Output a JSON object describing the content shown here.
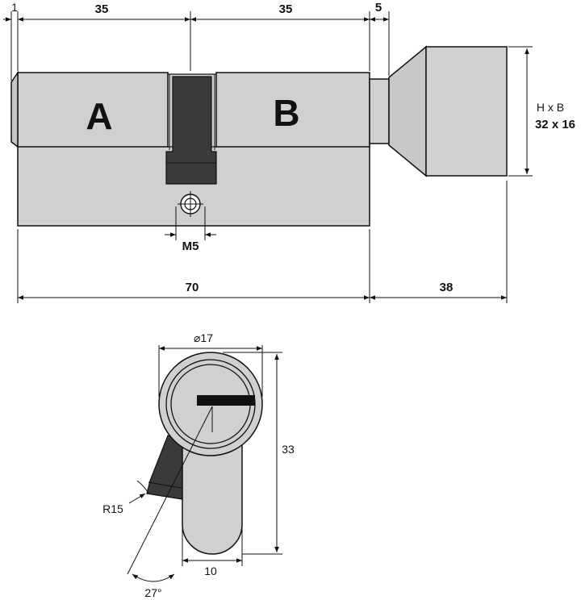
{
  "colors": {
    "metal": "#d0d0d0",
    "cam": "#3a3a3a",
    "key": "#111111",
    "line": "#111111"
  },
  "side_view": {
    "label_a": "A",
    "label_b": "B",
    "dim_top_1": "1",
    "dim_top_left": "35",
    "dim_top_right": "35",
    "dim_top_5": "5",
    "dim_knob_hb_label": "H x B",
    "dim_knob_hb_value": "32 x 16",
    "dim_screw": "M5",
    "dim_total_70": "70",
    "dim_knob_38": "38"
  },
  "front_view": {
    "dim_diameter": "⌀17",
    "dim_height": "33",
    "dim_radius": "R15",
    "dim_width": "10",
    "dim_angle": "27°"
  }
}
